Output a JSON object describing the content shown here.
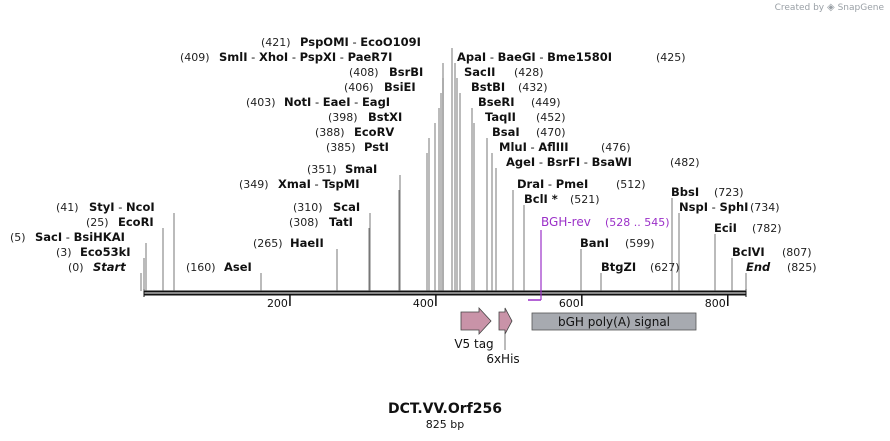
{
  "credit": {
    "text": "Created by",
    "brand": "SnapGene"
  },
  "title": "DCT.VV.Orf256",
  "length_label": "825 bp",
  "ruler": {
    "ticks": [
      200,
      400,
      600,
      800
    ]
  },
  "sites": [
    {
      "group": "A",
      "pos_label": "(0)",
      "names": [
        "Start"
      ],
      "italic": true
    },
    {
      "group": "A",
      "pos_label": "(3)",
      "names": [
        "Eco53kI"
      ]
    },
    {
      "group": "A",
      "pos_label": "(5)",
      "names": [
        "SacI",
        "BsiHKAI"
      ]
    },
    {
      "group": "A",
      "pos_label": "(25)",
      "names": [
        "EcoRI"
      ]
    },
    {
      "group": "A",
      "pos_label": "(41)",
      "names": [
        "StyI",
        "NcoI"
      ]
    },
    {
      "group": "B",
      "pos_label": "(160)",
      "names": [
        "AseI"
      ]
    },
    {
      "group": "C",
      "pos_label": "(265)",
      "names": [
        "HaeII"
      ]
    },
    {
      "group": "D",
      "pos_label": "(308)",
      "names": [
        "TatI"
      ]
    },
    {
      "group": "D",
      "pos_label": "(310)",
      "names": [
        "ScaI"
      ]
    },
    {
      "group": "E",
      "pos_label": "(349)",
      "names": [
        "XmaI",
        "TspMI"
      ]
    },
    {
      "group": "E",
      "pos_label": "(351)",
      "names": [
        "SmaI"
      ]
    },
    {
      "group": "E",
      "pos_label": "(385)",
      "names": [
        "PstI"
      ]
    },
    {
      "group": "E",
      "pos_label": "(388)",
      "names": [
        "EcoRV"
      ]
    },
    {
      "group": "E",
      "pos_label": "(398)",
      "names": [
        "BstXI"
      ]
    },
    {
      "group": "E",
      "pos_label": "(403)",
      "names": [
        "NotI",
        "EaeI",
        "EagI"
      ]
    },
    {
      "group": "E",
      "pos_label": "(406)",
      "names": [
        "BsiEI"
      ]
    },
    {
      "group": "E",
      "pos_label": "(408)",
      "names": [
        "BsrBI"
      ]
    },
    {
      "group": "E",
      "pos_label": "(409)",
      "names": [
        "SmlI",
        "XhoI",
        "PspXI",
        "PaeR7I"
      ]
    },
    {
      "group": "E",
      "pos_label": "(421)",
      "names": [
        "PspOMI",
        "EcoO109I"
      ]
    },
    {
      "group": "F",
      "pos_label": "(425)",
      "names": [
        "ApaI",
        "BaeGI",
        "Bme1580I"
      ]
    },
    {
      "group": "F",
      "pos_label": "(428)",
      "names": [
        "SacII"
      ]
    },
    {
      "group": "F",
      "pos_label": "(432)",
      "names": [
        "BstBI"
      ]
    },
    {
      "group": "F",
      "pos_label": "(449)",
      "names": [
        "BseRI"
      ]
    },
    {
      "group": "F",
      "pos_label": "(452)",
      "names": [
        "TaqII"
      ]
    },
    {
      "group": "F",
      "pos_label": "(470)",
      "names": [
        "BsaI"
      ]
    },
    {
      "group": "F",
      "pos_label": "(476)",
      "names": [
        "MluI",
        "AflIII"
      ]
    },
    {
      "group": "F",
      "pos_label": "(482)",
      "names": [
        "AgeI",
        "BsrFI",
        "BsaWI"
      ]
    },
    {
      "group": "F",
      "pos_label": "(512)",
      "names": [
        "DraI",
        "PmeI"
      ]
    },
    {
      "group": "F",
      "pos_label": "(521)",
      "names": [
        "BclI *"
      ]
    },
    {
      "group": "G",
      "pos_label": "(599)",
      "names": [
        "BanI"
      ]
    },
    {
      "group": "G",
      "pos_label": "(627)",
      "names": [
        "BtgZI"
      ]
    },
    {
      "group": "H",
      "pos_label": "(723)",
      "names": [
        "BbsI"
      ]
    },
    {
      "group": "H",
      "pos_label": "(734)",
      "names": [
        "NspI",
        "SphI"
      ]
    },
    {
      "group": "H",
      "pos_label": "(782)",
      "names": [
        "EciI"
      ]
    },
    {
      "group": "H",
      "pos_label": "(807)",
      "names": [
        "BclVI"
      ]
    },
    {
      "group": "H",
      "pos_label": "(825)",
      "names": [
        "End"
      ],
      "italic": true
    }
  ],
  "primer": {
    "name": "BGH-rev",
    "range_label": "(528 .. 545)",
    "color": "#9b30c8"
  },
  "features": [
    {
      "name": "V5 tag",
      "kind": "arrow",
      "color": "#c993a8"
    },
    {
      "name": "6xHis",
      "kind": "arrow",
      "color": "#c993a8"
    },
    {
      "name": "bGH poly(A) signal",
      "kind": "box",
      "color": "#a7aab0"
    }
  ],
  "colors": {
    "backbone": "#111111",
    "leader": "#555555",
    "text": "#111111",
    "poslabel": "#222222"
  }
}
